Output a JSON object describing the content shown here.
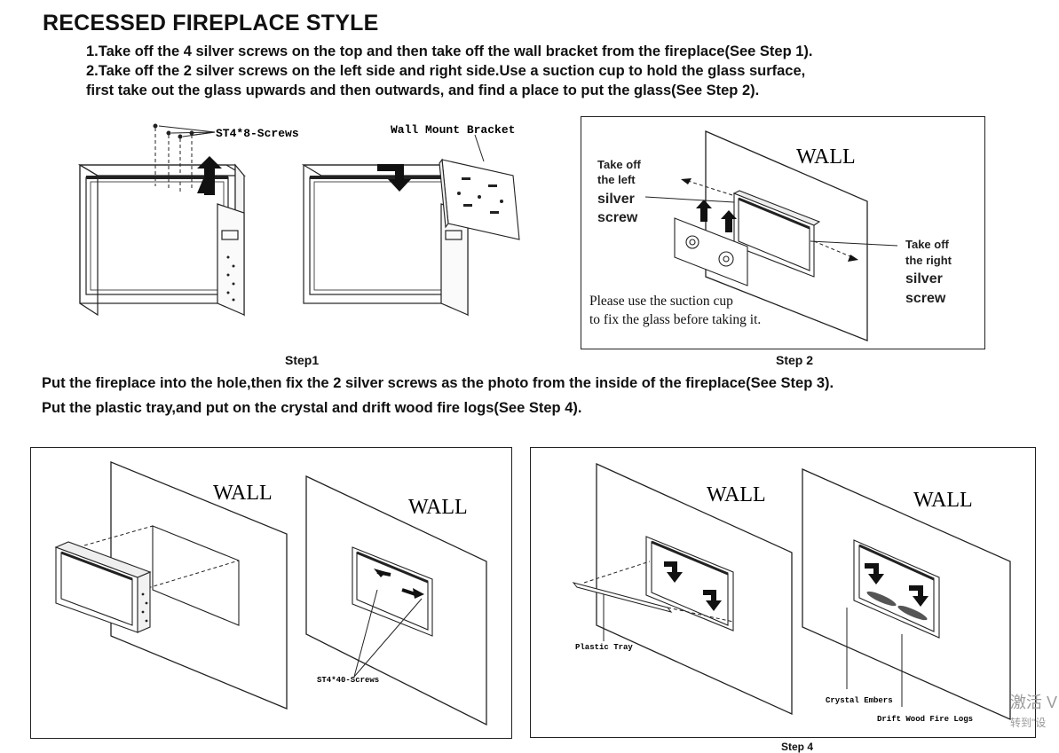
{
  "title": "RECESSED FIREPLACE STYLE",
  "instructions_top": [
    "1.Take off the 4 silver screws on the top and then take off the wall bracket from the fireplace(See Step 1).",
    "2.Take off the 2 silver screws on the left side and right side.Use a suction cup to hold the glass surface,",
    "first take out the glass upwards and then outwards, and find a place to put the glass(See Step 2)."
  ],
  "instructions_mid": [
    "Put the fireplace into the hole,then fix the 2 silver screws as the photo from the inside of the fireplace(See Step 3).",
    "Put the plastic tray,and put on the crystal and drift wood fire logs(See Step 4)."
  ],
  "step1": {
    "label": "Step1",
    "screws_label": "ST4*8-Screws",
    "bracket_label": "Wall Mount Bracket"
  },
  "step2": {
    "label": "Step 2",
    "wall": "WALL",
    "left_note": [
      "Take off",
      "the left",
      "silver",
      "screw"
    ],
    "right_note": [
      "Take off",
      "the right",
      "silver",
      "screw"
    ],
    "suction_note": [
      "Please use the suction cup",
      "to fix the glass before taking it."
    ]
  },
  "step3": {
    "wall_a": "WALL",
    "wall_b": "WALL",
    "screws_label": "ST4*40-Screws"
  },
  "step4": {
    "label": "Step 4",
    "wall_a": "WALL",
    "wall_b": "WALL",
    "tray_label": "Plastic Tray",
    "embers_label": "Crystal Embers",
    "logs_label": "Drift Wood Fire Logs"
  },
  "watermark": [
    "激活 V",
    "转到\"设"
  ]
}
